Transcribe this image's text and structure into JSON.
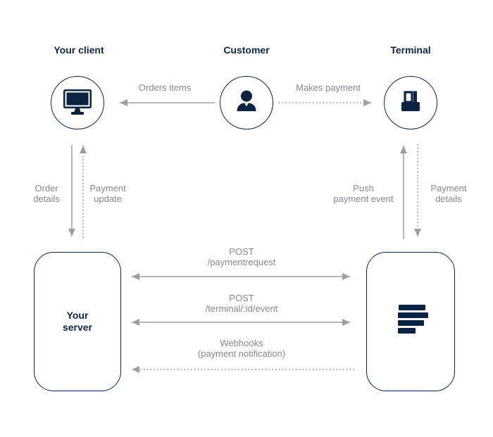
{
  "colors": {
    "navy": "#0c2341",
    "gray_line": "#9d9fa2",
    "gray_text": "#85888c",
    "background": "#ffffff"
  },
  "nodes": {
    "client": {
      "title": "Your client",
      "icon": "monitor-icon"
    },
    "customer": {
      "title": "Customer",
      "icon": "person-icon"
    },
    "terminal": {
      "title": "Terminal",
      "icon": "card-terminal-icon"
    },
    "server": {
      "label": "Your\nserver"
    },
    "platform": {
      "icon": "bars-logo-icon"
    }
  },
  "edges": {
    "orders_items": {
      "label": "Orders items",
      "style": "solid",
      "direction": "left"
    },
    "makes_payment": {
      "label": "Makes payment",
      "style": "dotted",
      "direction": "right"
    },
    "order_details": {
      "label": "Order\ndetails",
      "style": "solid",
      "direction": "down"
    },
    "payment_update": {
      "label": "Payment\nupdate",
      "style": "dotted",
      "direction": "up"
    },
    "push_payment_event": {
      "label": "Push\npayment event",
      "style": "solid",
      "direction": "up"
    },
    "payment_details": {
      "label": "Payment\ndetails",
      "style": "dotted",
      "direction": "down"
    },
    "post_paymentrequest": {
      "label": "POST\n/paymentrequest",
      "style": "solid",
      "direction": "both"
    },
    "post_terminal_event": {
      "label": "POST\n/terminal/:id/event",
      "style": "solid",
      "direction": "both"
    },
    "webhooks": {
      "label": "Webhooks\n(payment notification)",
      "style": "dotted",
      "direction": "left"
    }
  }
}
